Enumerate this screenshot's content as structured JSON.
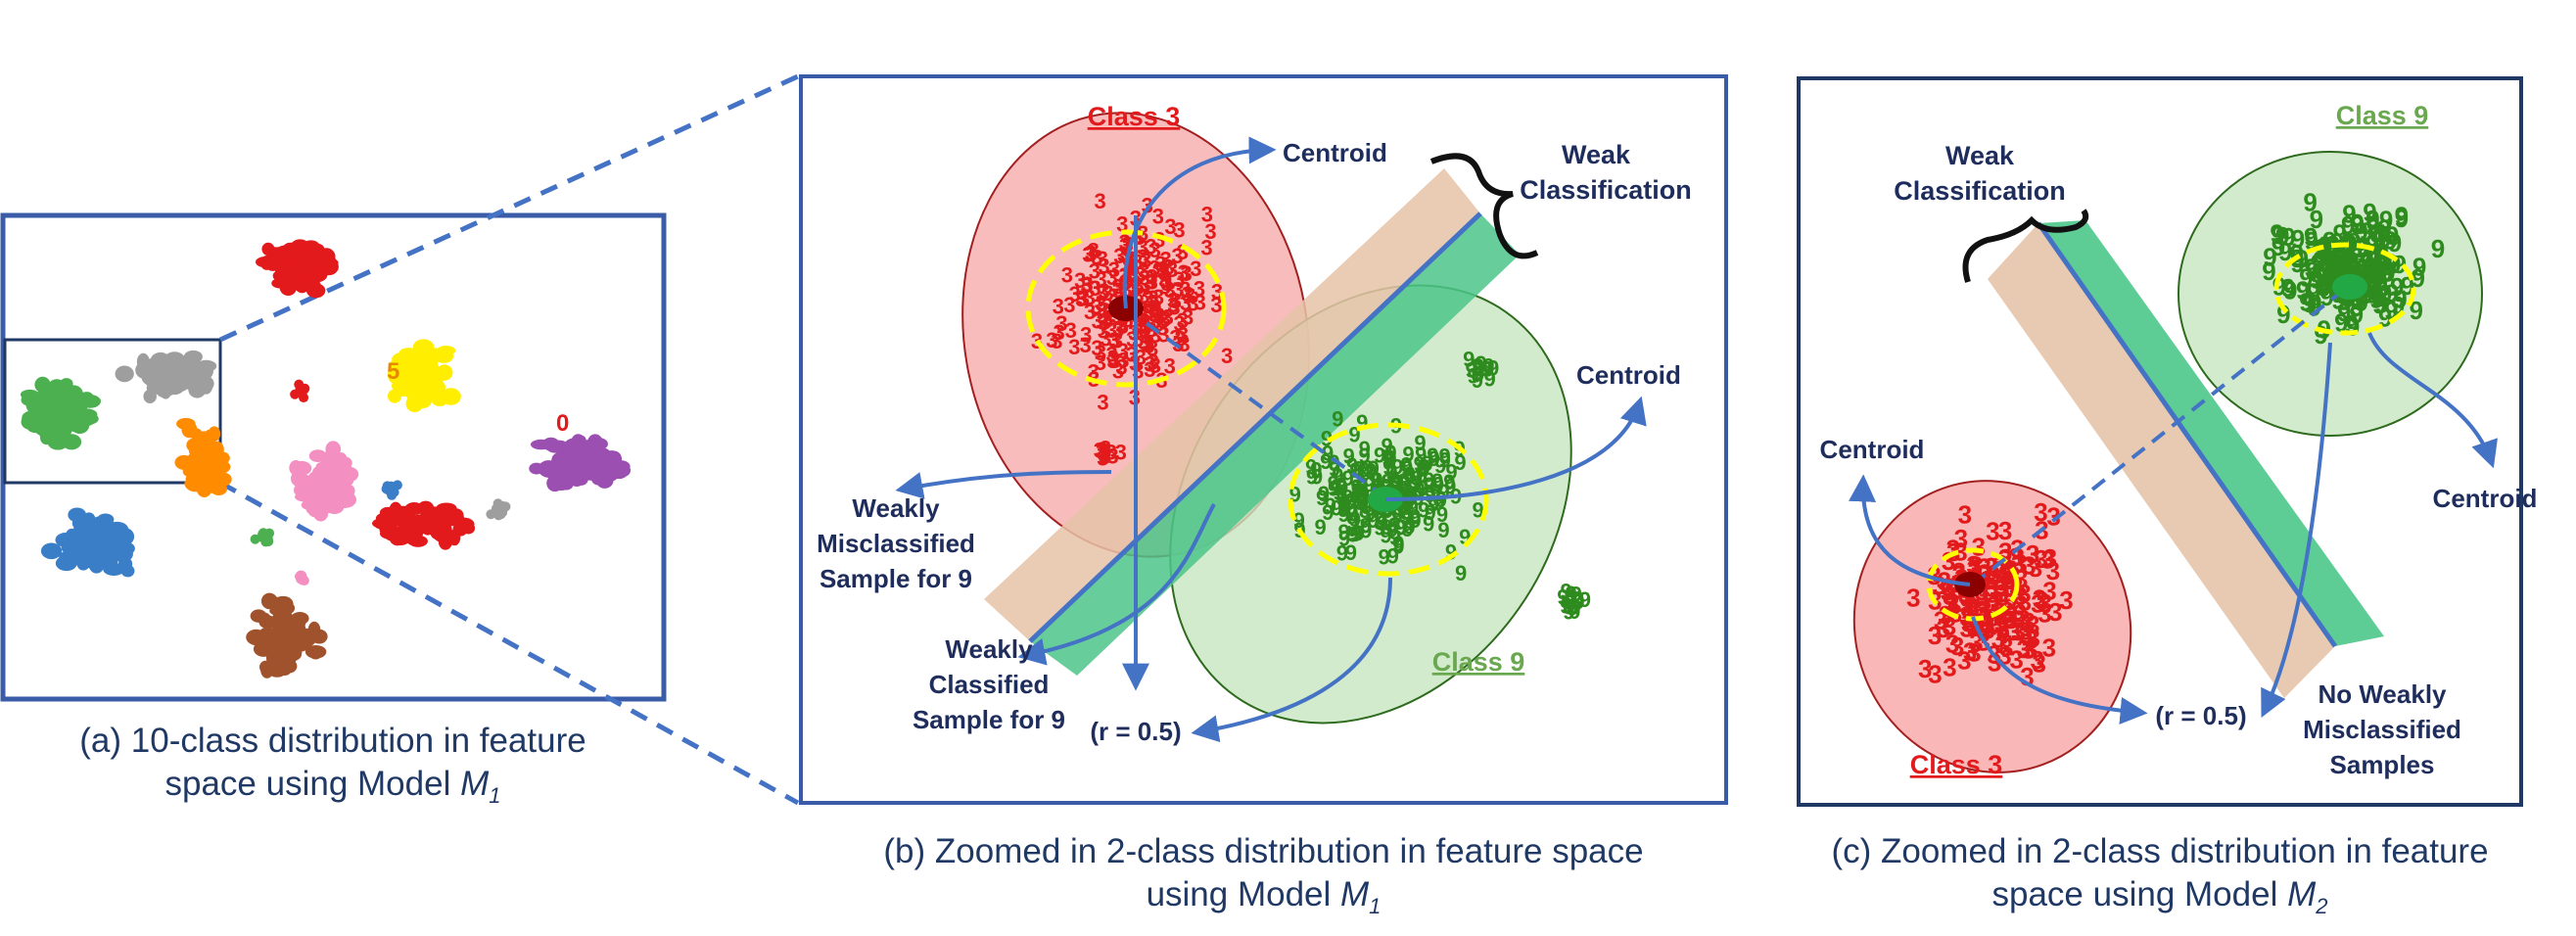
{
  "colors": {
    "class3": "#e31a1c",
    "class9": "#2e8b1e",
    "frame": "#3a5ba8",
    "arrow": "#4472c4",
    "label_navy": "#1f2d5c",
    "weak_band_tan": "#e6c3a8",
    "weak_band_green": "#4cc68a",
    "threshold": "#ffff00"
  },
  "panel_a": {
    "caption_line1": "(a) 10-class distribution in feature",
    "caption_line2": "space using Model ",
    "model_symbol": "M",
    "model_sub": "1",
    "cluster_labels": [
      {
        "id": "purple",
        "text": "0",
        "color": "#e31a1c"
      },
      {
        "id": "yellow",
        "text": "5",
        "color": "#e88a00"
      }
    ],
    "clusters": [
      {
        "id": "red-top",
        "color": "#e31a1c"
      },
      {
        "id": "green-left",
        "color": "#4caf50"
      },
      {
        "id": "gray",
        "color": "#9e9e9e"
      },
      {
        "id": "orange",
        "color": "#ff8c00"
      },
      {
        "id": "blue",
        "color": "#3b7ec8"
      },
      {
        "id": "pink",
        "color": "#f48fc1"
      },
      {
        "id": "red-center",
        "color": "#e31a1c"
      },
      {
        "id": "yellow",
        "color": "#ffee00"
      },
      {
        "id": "purple",
        "color": "#9b4fb0"
      },
      {
        "id": "brown",
        "color": "#a0522d"
      }
    ]
  },
  "panel_b": {
    "class3_label": "Class 3",
    "class9_label": "Class 9",
    "centroid_label_1": "Centroid",
    "centroid_label_2": "Centroid",
    "weak_classification_1": "Weak",
    "weak_classification_2": "Classification",
    "misclassified_1": "Weakly",
    "misclassified_2": "Misclassified",
    "misclassified_3": "Sample for 9",
    "classified_1": "Weakly",
    "classified_2": "Classified",
    "classified_3": "Sample for 9",
    "radius_label": "(r = 0.5)",
    "caption_line1": "(b) Zoomed in 2-class distribution in feature space",
    "caption_line2": "using Model ",
    "model_symbol": "M",
    "model_sub": "1"
  },
  "panel_c": {
    "class3_label": "Class 3",
    "class9_label": "Class 9",
    "centroid_label_1": "Centroid",
    "centroid_label_2": "Centroid",
    "weak_classification_1": "Weak",
    "weak_classification_2": "Classification",
    "no_weak_1": "No Weakly",
    "no_weak_2": "Misclassified",
    "no_weak_3": "Samples",
    "radius_label": "(r = 0.5)",
    "caption_line1": "(c) Zoomed in 2-class distribution in feature",
    "caption_line2": "space using Model ",
    "model_symbol": "M",
    "model_sub": "2"
  },
  "glyphs": {
    "three": "3",
    "nine": "9"
  }
}
